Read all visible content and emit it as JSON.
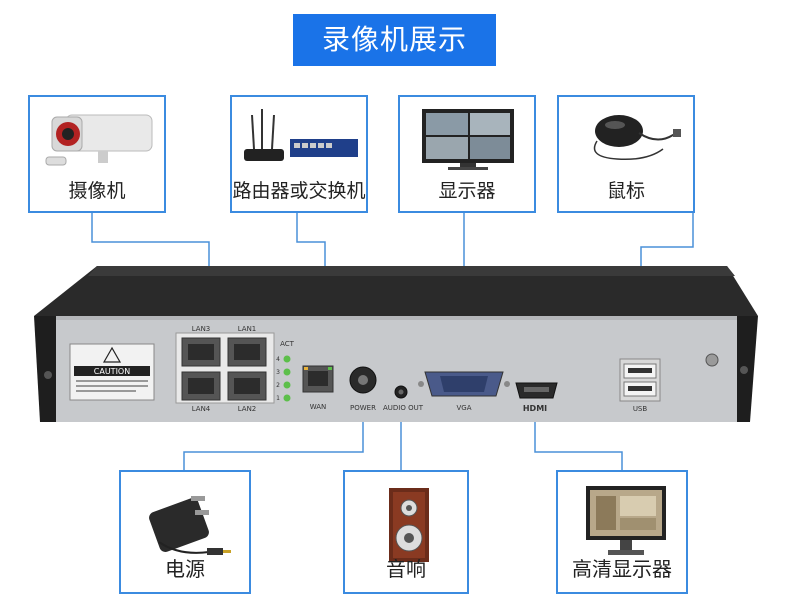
{
  "title": "录像机展示",
  "top_devices": [
    {
      "label": "摄像机",
      "icon": "camera-icon"
    },
    {
      "label": "路由器或交换机",
      "icon": "router-switch-icon"
    },
    {
      "label": "显示器",
      "icon": "monitor-icon"
    },
    {
      "label": "鼠标",
      "icon": "mouse-icon"
    }
  ],
  "bottom_devices": [
    {
      "label": "电源",
      "icon": "power-adapter-icon"
    },
    {
      "label": "音响",
      "icon": "speaker-icon"
    },
    {
      "label": "高清显示器",
      "icon": "hd-monitor-icon"
    }
  ],
  "nvr_panel": {
    "caution": "CAUTION",
    "lan_labels": [
      "LAN3",
      "LAN1",
      "LAN4",
      "LAN2"
    ],
    "act_label": "ACT",
    "act_numbers": [
      "4",
      "3",
      "2",
      "1"
    ],
    "wan": "WAN",
    "power": "POWER",
    "audio_out": "AUDIO OUT",
    "vga": "VGA",
    "hdmi": "HDMI",
    "usb": "USB"
  },
  "colors": {
    "accent": "#1a73e8",
    "card_border": "#3b8be0",
    "connector": "#4a90d9",
    "chassis": "#2b2b2b",
    "panel": "#c7c9cc"
  }
}
